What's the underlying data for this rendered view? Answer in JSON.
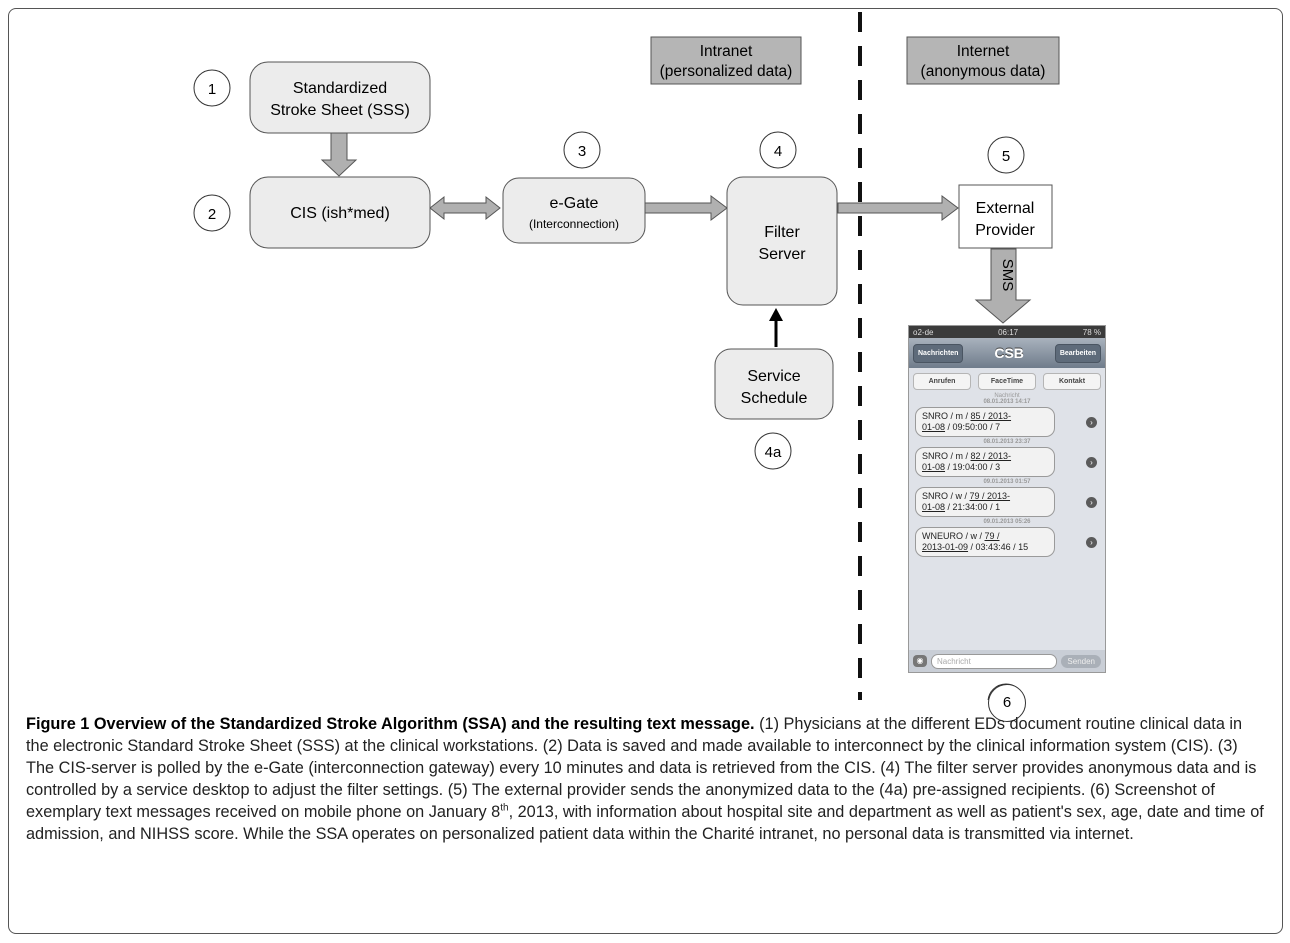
{
  "diagram": {
    "zone_intranet": [
      "Intranet",
      "(personalized data)"
    ],
    "zone_internet": [
      "Internet",
      "(anonymous data)"
    ],
    "num1": "1",
    "num2": "2",
    "num3": "3",
    "num4": "4",
    "num4a": "4a",
    "num5": "5",
    "num6": "6",
    "sss": [
      "Standardized",
      "Stroke Sheet (SSS)"
    ],
    "cis": "CIS (ish*med)",
    "egate_title": "e-Gate",
    "egate_sub": "(Interconnection)",
    "filter": [
      "Filter",
      "Server"
    ],
    "service": [
      "Service",
      "Schedule"
    ],
    "external": [
      "External",
      "Provider"
    ],
    "sms": "SMS"
  },
  "phone": {
    "carrier": "o2-de",
    "time": "06:17",
    "battery": "78 %",
    "back": "Nachrichten",
    "title": "CSB",
    "edit": "Bearbeiten",
    "actions": [
      "Anrufen",
      "FaceTime",
      "Kontakt"
    ],
    "label": "Nachricht",
    "messages": [
      {
        "date": "08.01.2013 14:17",
        "pre": "SNRO / m / ",
        "u1": "85 / 2013-",
        "u2": "01-08",
        "post": " / 09:50:00 / 7"
      },
      {
        "date": "08.01.2013 23:37",
        "pre": "SNRO / m / ",
        "u1": "82 / 2013-",
        "u2": "01-08",
        "post": " / 19:04:00 / 3"
      },
      {
        "date": "09.01.2013 01:57",
        "pre": "SNRO / w / ",
        "u1": "79 / 2013-",
        "u2": "01-08",
        "post": " / 21:34:00 / 1"
      },
      {
        "date": "09.01.2013 05:26",
        "pre": "WNEURO / w / ",
        "u1": "79 /",
        "u2": "2013-01-09",
        "post": " / 03:43:46 / 15"
      }
    ],
    "input_placeholder": "Nachricht",
    "send": "Senden"
  },
  "caption": {
    "bold": "Figure 1 Overview of the Standardized Stroke Algorithm (SSA) and the resulting text message.",
    "part1": " (1) Physicians at the different EDs document routine clinical data in the electronic Standard Stroke Sheet (SSS) at the clinical workstations. (2) Data is saved and made available to interconnect by the clinical information system (CIS). (3) The CIS-server is polled by the e-Gate (interconnection gateway) every 10 minutes and data is retrieved from the CIS. (4) The filter server provides anonymous data and is controlled by a service desktop to adjust the filter settings. (5) The external provider sends the anonymized data to the (4a) pre-assigned recipients. (6) Screenshot of exemplary text messages received on mobile phone on January 8",
    "sup": "th",
    "part2": ", 2013, with information about hospital site and department as well as patient's sex, age, date and time of admission, and NIHSS score. While the SSA operates on personalized patient data within the Charité intranet, no personal data is transmitted via internet."
  }
}
